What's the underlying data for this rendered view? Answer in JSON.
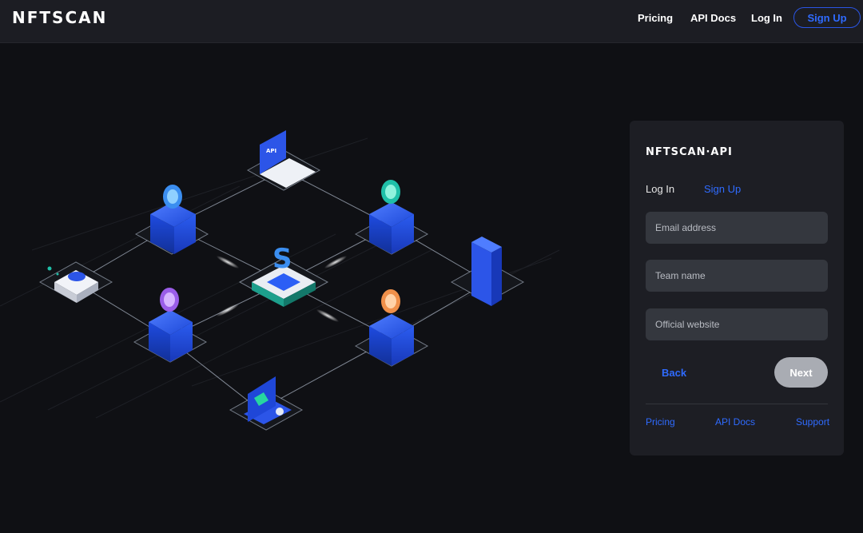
{
  "header": {
    "logo": "NFTSCAN",
    "nav": [
      "Pricing",
      "API Docs",
      "Log In"
    ],
    "signup": "Sign Up"
  },
  "hero": {
    "node_labels": {
      "api_card": "API"
    }
  },
  "panel": {
    "logo": "NFTSCAN·API",
    "tabs": {
      "login": "Log In",
      "signup": "Sign Up"
    },
    "fields": {
      "email_placeholder": "Email address",
      "team_placeholder": "Team name",
      "website_placeholder": "Official website"
    },
    "back": "Back",
    "next": "Next",
    "footer": [
      "Pricing",
      "API Docs",
      "Support"
    ]
  },
  "colors": {
    "accent": "#2f6bff",
    "background": "#0f1014",
    "topbar": "#1c1d23",
    "panel": "#1d1e24",
    "input": "#34373e",
    "button_disabled": "#a9acb3"
  },
  "icons": [
    "coin-icon",
    "laptop-api-icon",
    "cloud-icon",
    "chip-icon",
    "document-icon",
    "dashboard-icon"
  ]
}
